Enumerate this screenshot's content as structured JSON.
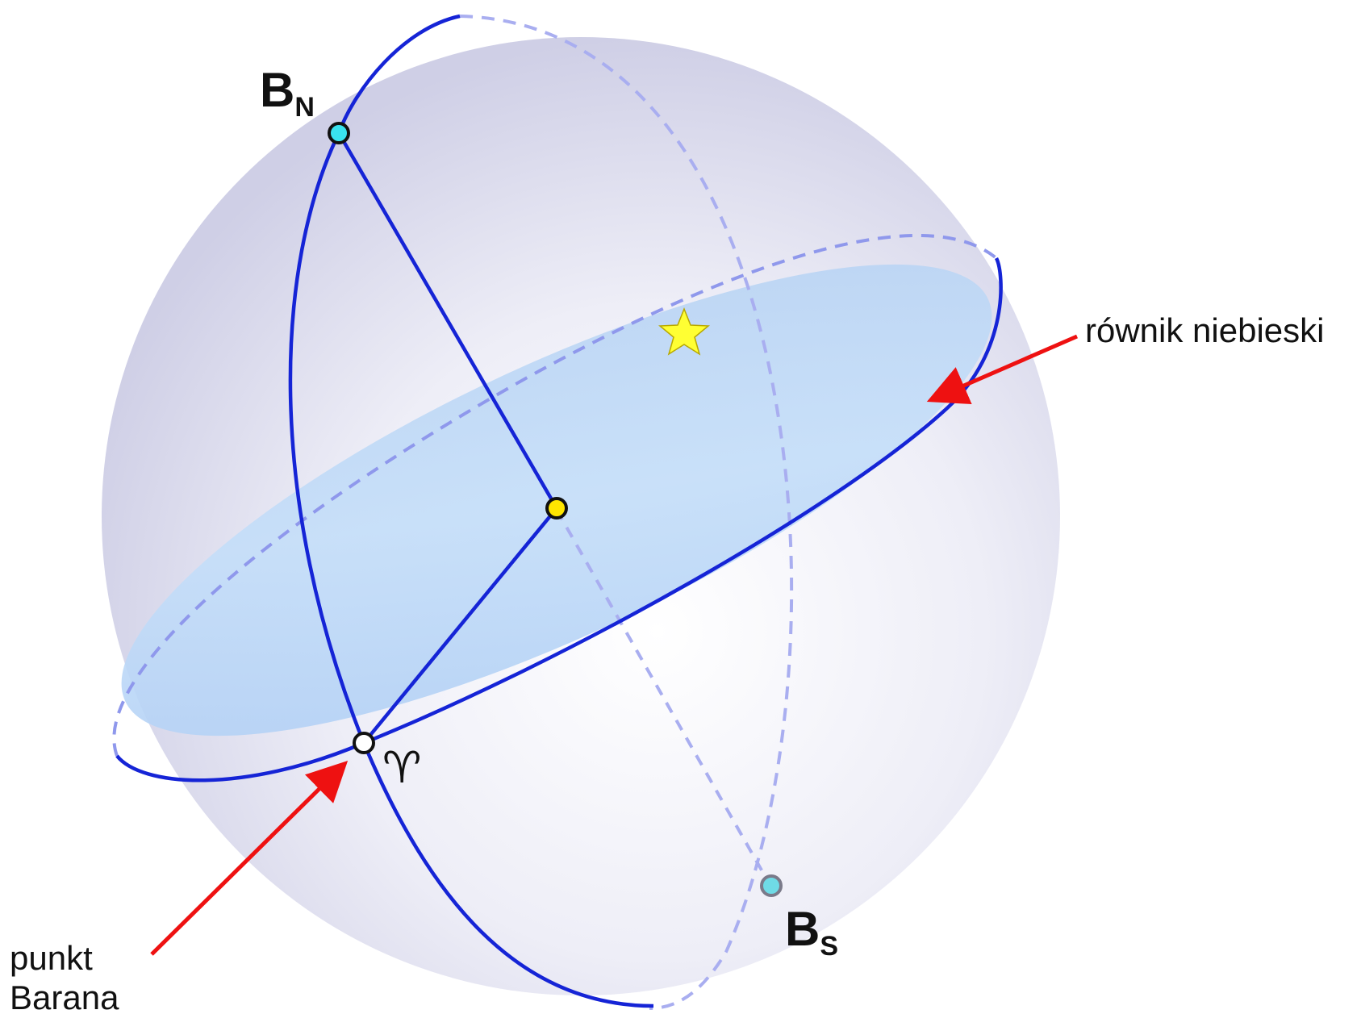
{
  "labels": {
    "north_pole_main": "B",
    "north_pole_sub": "N",
    "south_pole_main": "B",
    "south_pole_sub": "S",
    "vernal_point_symbol": "♈︎",
    "celestial_equator": "równik niebieski",
    "vernal_point_line1": "punkt",
    "vernal_point_line2": "Barana"
  },
  "colors": {
    "great_circle": "#1524d6",
    "hidden_line": "#a9aef0",
    "equator_fill": "#b9d6f7",
    "sphere_edge": "#c9c9e3",
    "sphere_center": "#ffffff",
    "arrow": "#ee1111",
    "pole_marker": "#39e2ef",
    "center_marker": "#ffe600",
    "star": "#ffff33",
    "vernal_marker": "#ffffff"
  }
}
